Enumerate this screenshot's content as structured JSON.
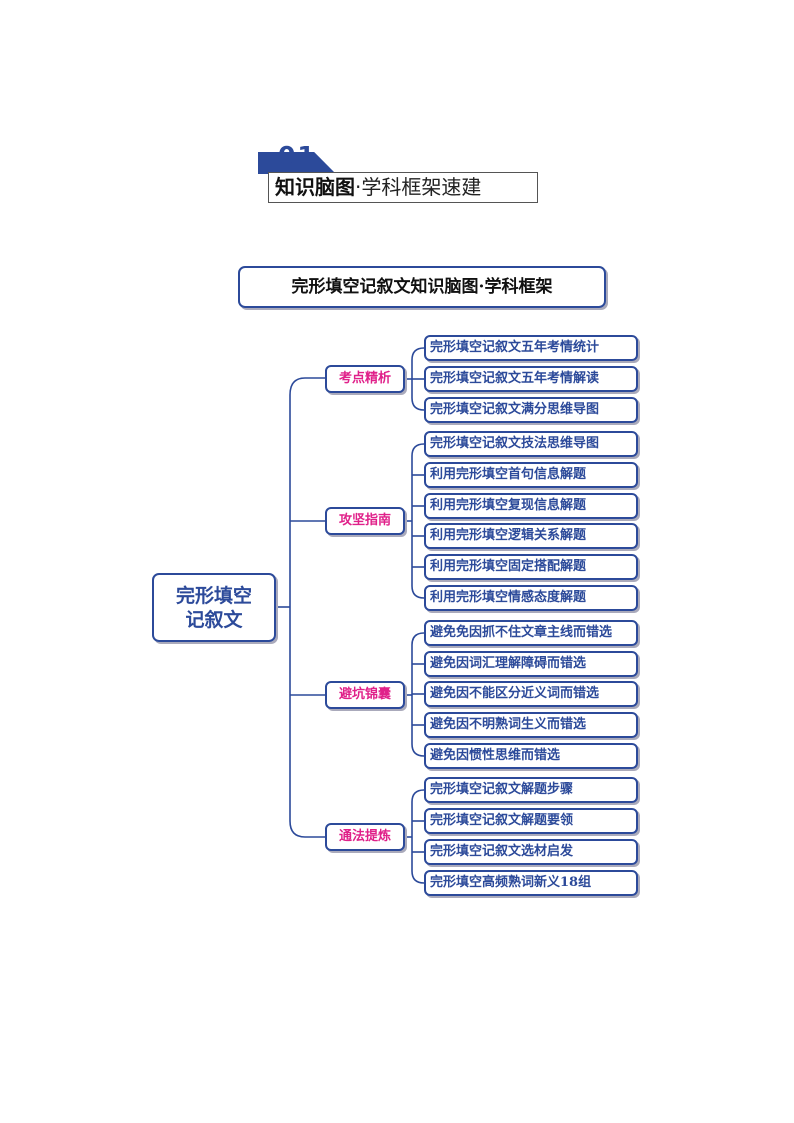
{
  "header": {
    "number": "01",
    "strong": "知识脑图",
    "rest": "·学科框架速建"
  },
  "diagram": {
    "title": "完形填空记叙文知识脑图·学科框架",
    "root_line1": "完形填空",
    "root_line2": "记叙文",
    "branches": [
      {
        "label": "考点精析",
        "items": [
          "完形填空记叙文五年考情统计",
          "完形填空记叙文五年考情解读",
          "完形填空记叙文满分思维导图"
        ]
      },
      {
        "label": "攻坚指南",
        "items": [
          "完形填空记叙文技法思维导图",
          "利用完形填空首句信息解题",
          "利用完形填空复现信息解题",
          "利用完形填空逻辑关系解题",
          "利用完形填空固定搭配解题",
          "利用完形填空情感态度解题"
        ]
      },
      {
        "label": "避坑锦囊",
        "items": [
          "避免免因抓不住文章主线而错选",
          "避免因词汇理解障碍而错选",
          "避免因不能区分近义词而错选",
          "避免因不明熟词生义而错选",
          "避免因惯性思维而错选"
        ]
      },
      {
        "label": "通法提炼",
        "items": [
          "完形填空记叙文解题步骤",
          "完形填空记叙文解题要领",
          "完形填空记叙文选材启发",
          "完形填空高频熟词新义18组"
        ]
      }
    ],
    "colors": {
      "border": "#2c4a9a",
      "branch_text": "#e0218a",
      "leaf_text": "#2c4a9a"
    }
  }
}
